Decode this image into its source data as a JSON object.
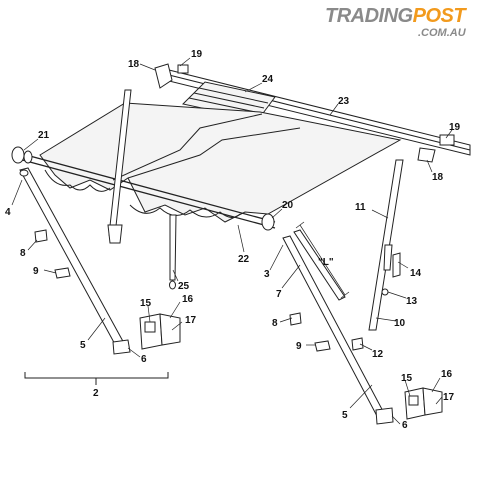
{
  "watermark": {
    "main": "TRADING",
    "accent": "POST",
    "sub": ".COM.AU",
    "accent_color": "#f29a1d",
    "text_color": "#8a8a8a"
  },
  "diagram": {
    "dimension_label": "\"L\"",
    "part_numbers": {
      "p1": "18",
      "p2": "19",
      "p3": "24",
      "p4": "23",
      "p5": "19",
      "p6": "18",
      "p7": "21",
      "p8": "4",
      "p9": "20",
      "p10": "11",
      "p11": "8",
      "p12": "9",
      "p13": "22",
      "p14": "3",
      "p15": "7",
      "p16": "14",
      "p17": "25",
      "p18": "13",
      "p19": "5",
      "p20": "15",
      "p21": "16",
      "p22": "17",
      "p23": "10",
      "p24": "6",
      "p25": "8",
      "p26": "9",
      "p27": "12",
      "p28": "2",
      "p29": "15",
      "p30": "16",
      "p31": "17",
      "p32": "5",
      "p33": "6"
    }
  }
}
